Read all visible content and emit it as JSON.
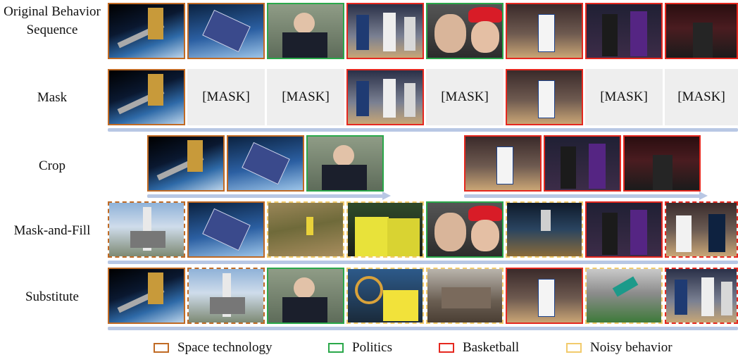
{
  "rows": {
    "original": "Original Behavior Sequence",
    "mask": "Mask",
    "crop": "Crop",
    "mask_and_fill": "Mask-and-Fill",
    "substitute": "Substitute"
  },
  "mask_token": "[MASK]",
  "legend": [
    {
      "label": "Space technology",
      "color": "#c06a24"
    },
    {
      "label": "Politics",
      "color": "#2aa84a"
    },
    {
      "label": "Basketball",
      "color": "#e5281f"
    },
    {
      "label": "Noisy behavior",
      "color": "#f2cb6c"
    }
  ],
  "images": {
    "space_arm": "space station robotic arm over earth",
    "satellite": "satellite in orbit",
    "politician": "politician speaking at podium",
    "basketball_team": "basketball players on court",
    "politician_closeup": "two men in close conversation",
    "basketball_star": "basketball player dribbling",
    "basketball_purple": "basketball players in purple jerseys",
    "basketball_arena": "basketball player celebrating in arena",
    "rocket_launch": "rocket launch pad",
    "hiking": "runner on hillside",
    "soccer_hug": "soccer players hugging",
    "soccer_trophy": "soccer team with trophy",
    "basketball_game": "basketball players in game",
    "tennis": "tennis player",
    "ruins": "destroyed building",
    "soccer_kick": "soccer bicycle kick"
  }
}
